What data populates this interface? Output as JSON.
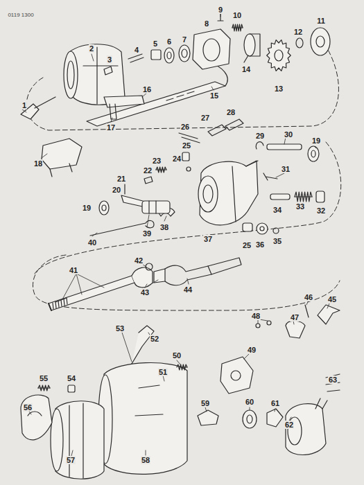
{
  "diagram": {
    "labels": [
      "0119 1300",
      "1",
      "2",
      "3",
      "4",
      "5",
      "6",
      "7",
      "8",
      "9",
      "10",
      "11",
      "12",
      "13",
      "14",
      "15",
      "16",
      "17",
      "18",
      "19",
      "26",
      "27",
      "28",
      "25",
      "24",
      "23",
      "22",
      "21",
      "20",
      "29",
      "30",
      "31",
      "32",
      "33",
      "34",
      "35",
      "36",
      "37",
      "38",
      "39",
      "19",
      "40",
      "25",
      "41",
      "42",
      "43",
      "44",
      "45",
      "46",
      "47",
      "48",
      "49",
      "50",
      "51",
      "52",
      "53",
      "54",
      "55",
      "56",
      "57",
      "58",
      "59",
      "60",
      "61",
      "62",
      "63"
    ]
  }
}
